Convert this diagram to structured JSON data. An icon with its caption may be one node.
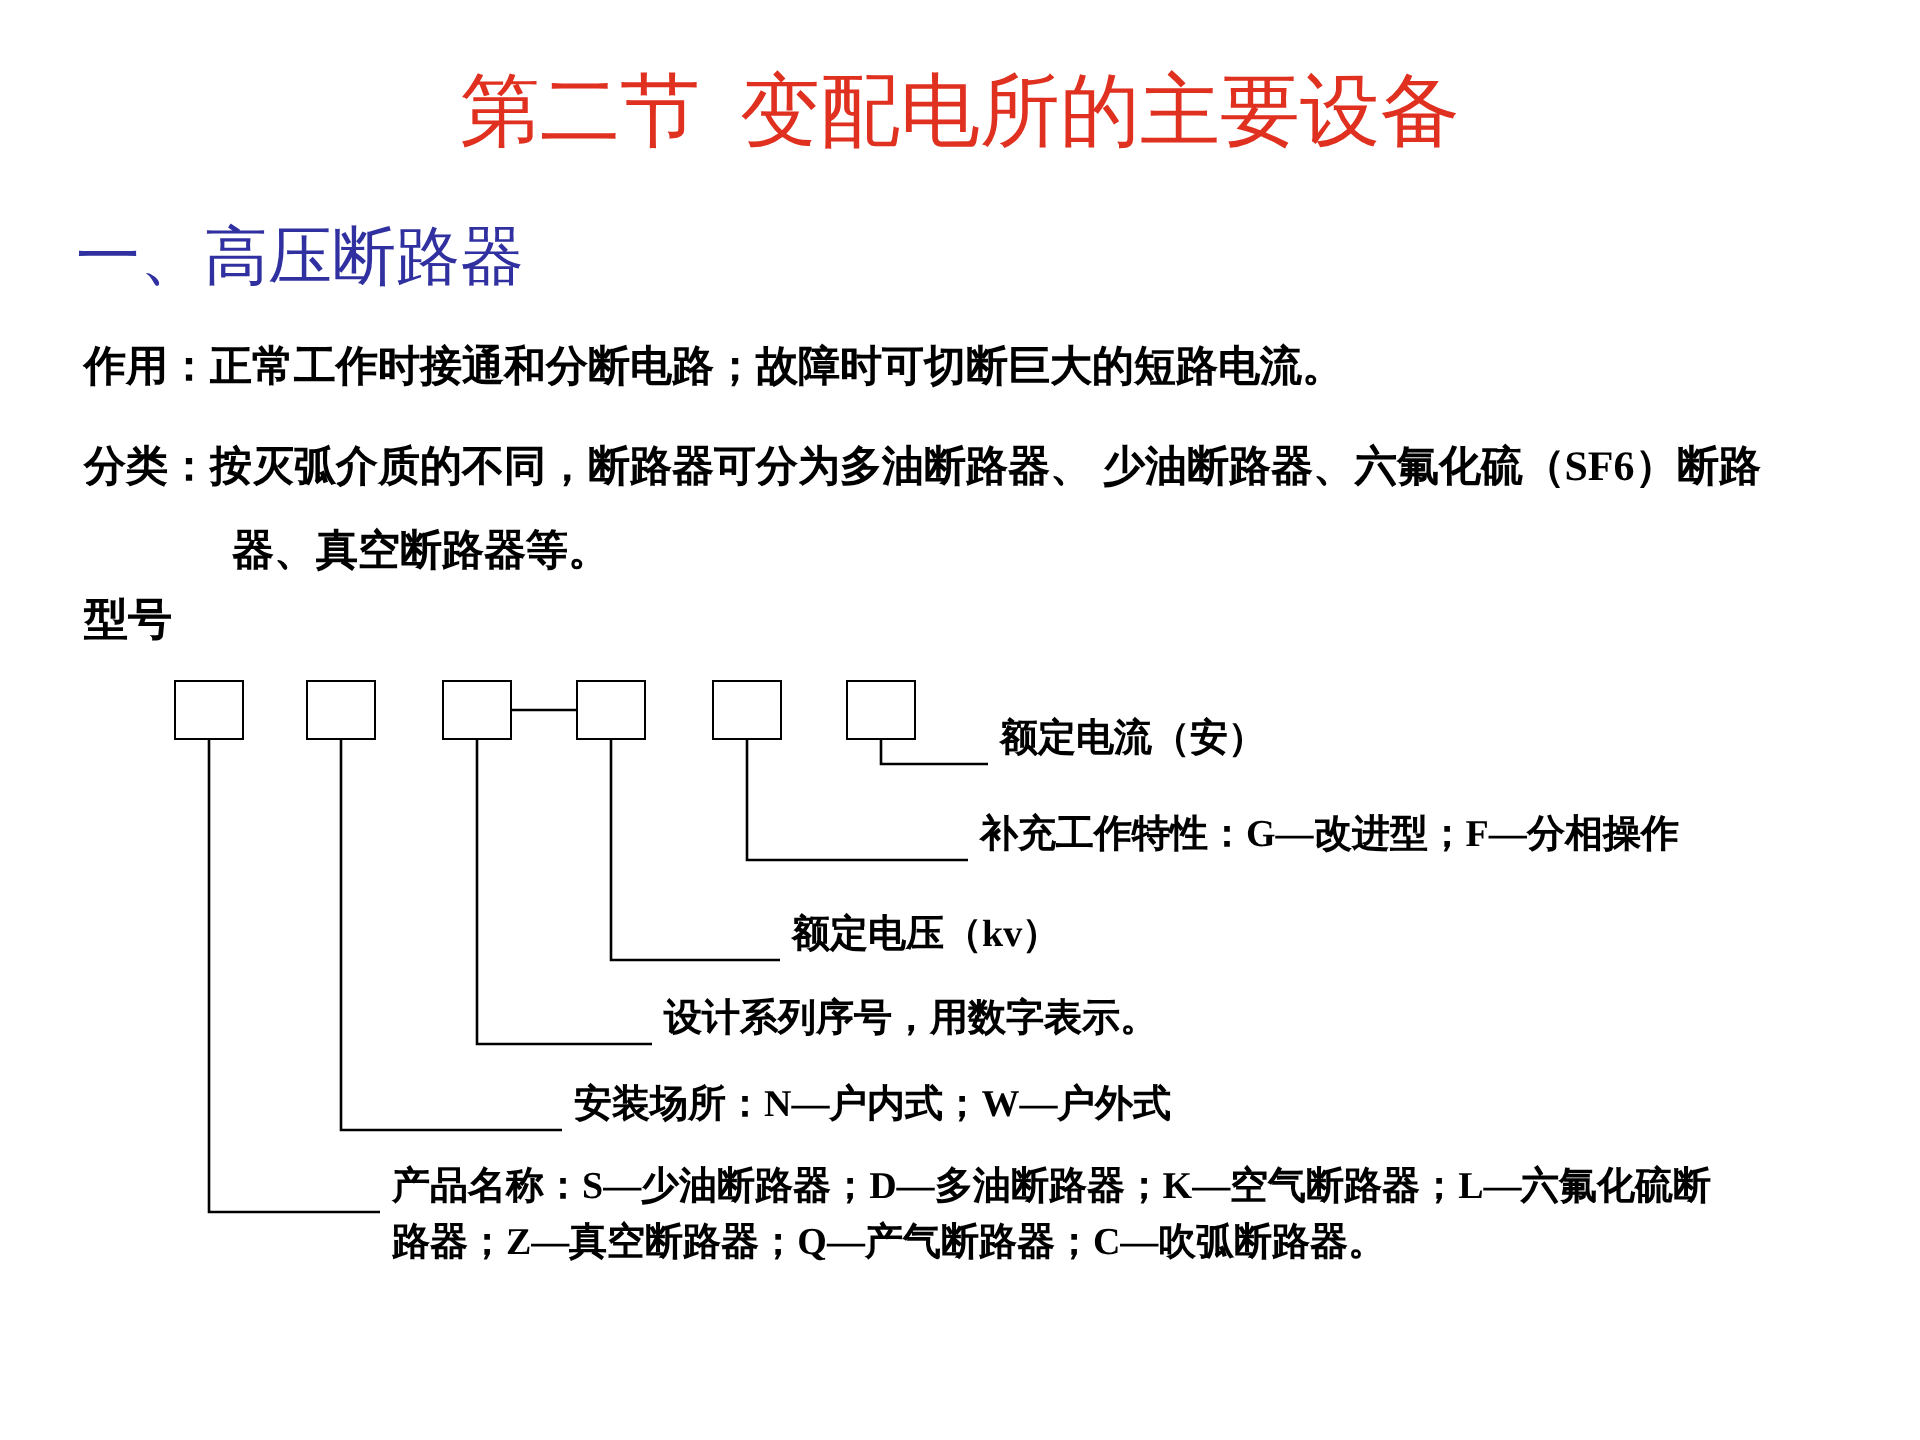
{
  "diagram": {
    "title": "第二节  变配电所的主要设备",
    "nodes": [
      {
        "text": [],
        "shape": "box"
      },
      {
        "text": [],
        "shape": "box"
      },
      {
        "text": [],
        "shape": "box"
      },
      {
        "text": [],
        "shape": "box"
      },
      {
        "text": [],
        "shape": "box"
      },
      {
        "text": [],
        "shape": "box"
      },
      {
        "text": [
          "额定电流（安）"
        ]
      },
      {
        "text": [
          "补充工作特性：G—改进型；F—分相操作"
        ]
      },
      {
        "text": [
          "额定电压（kv）"
        ]
      },
      {
        "text": [
          "设计系列序号，用数字表示。"
        ]
      },
      {
        "text": [
          "安装场所：N—户内式；W—户外式"
        ]
      },
      {
        "text": [
          "产品名称：S—少油断路器；D—多油断路器；K—空气断路器；L—六氟化硫断路器；Z—真空断路器；Q—产气断路器；C—吹弧断路器。"
        ]
      }
    ],
    "edges": [
      {
        "from": 2,
        "to": 3,
        "arrow": "none"
      },
      {
        "from": 5,
        "to": 6,
        "arrow": "none"
      },
      {
        "from": 4,
        "to": 7,
        "arrow": "none"
      },
      {
        "from": 3,
        "to": 8,
        "arrow": "none"
      },
      {
        "from": 2,
        "to": 9,
        "arrow": "none"
      },
      {
        "from": 1,
        "to": 10,
        "arrow": "none"
      },
      {
        "from": 0,
        "to": 11,
        "arrow": "none"
      }
    ],
    "labels": [
      "一、高压断路器",
      "作用：正常工作时接通和分断电路；故障时可切断巨大的短路电流。",
      "分类：按灭弧介质的不同，断路器可分为多油断路器、 少油断路器、六氟化硫（SF6）断路器、真空断路器等。",
      "型号"
    ]
  }
}
